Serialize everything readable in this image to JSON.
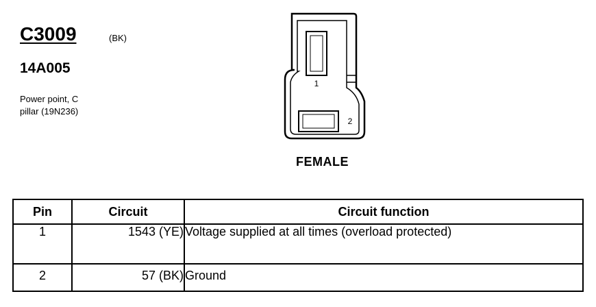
{
  "connector": {
    "id": "C3009",
    "color": "(BK)",
    "part_number": "14A005",
    "description_lines": [
      "Power point, C",
      "pillar (19N236)"
    ]
  },
  "diagram": {
    "pin_labels": [
      "1",
      "2"
    ],
    "gender": "FEMALE"
  },
  "table": {
    "headers": {
      "pin": "Pin",
      "circuit": "Circuit",
      "function": "Circuit function"
    },
    "rows": [
      {
        "pin": "1",
        "circuit": "1543 (YE)",
        "function": "Voltage supplied at all times (overload protected)"
      },
      {
        "pin": "2",
        "circuit": "57 (BK)",
        "function": "Ground"
      }
    ]
  }
}
